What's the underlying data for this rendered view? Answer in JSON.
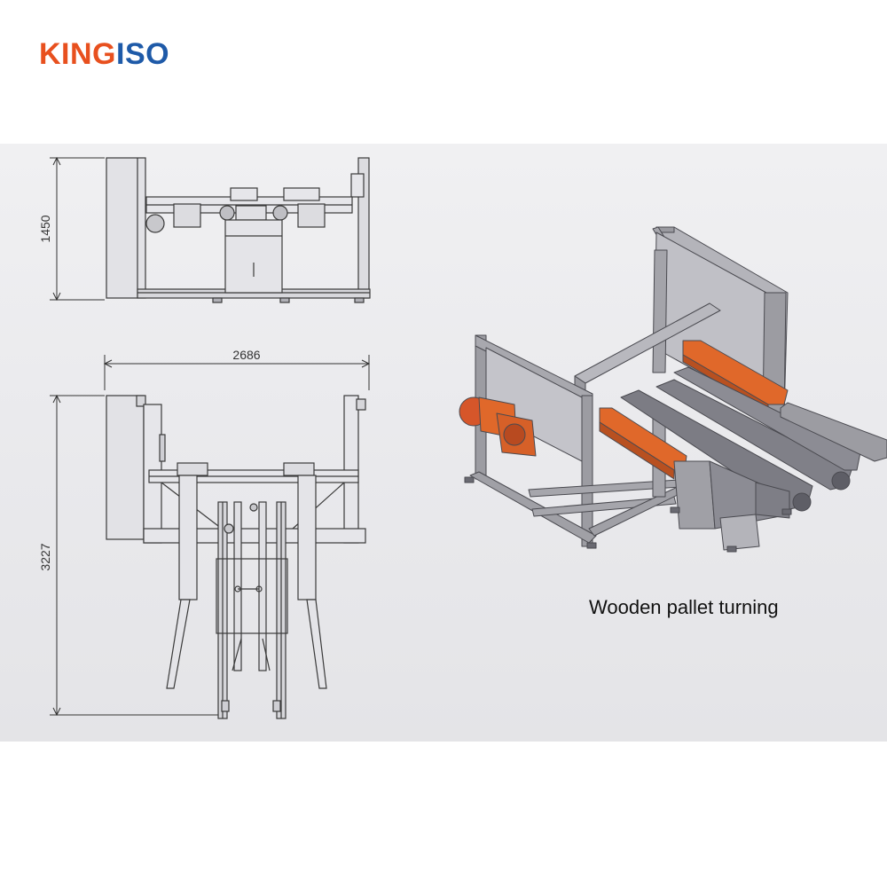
{
  "brand": {
    "name_part1": "KING",
    "name_part2": "ISO",
    "color1": "#e8501e",
    "color2": "#1e5aa8"
  },
  "dimensions": {
    "height": "1450",
    "width": "2686",
    "length": "3227"
  },
  "caption": "Wooden pallet turning",
  "colors": {
    "panel_background": "#ececef",
    "line_art": "#3a3a3a",
    "machine_orange": "#e0682a",
    "machine_gray": "#8c8c94"
  }
}
